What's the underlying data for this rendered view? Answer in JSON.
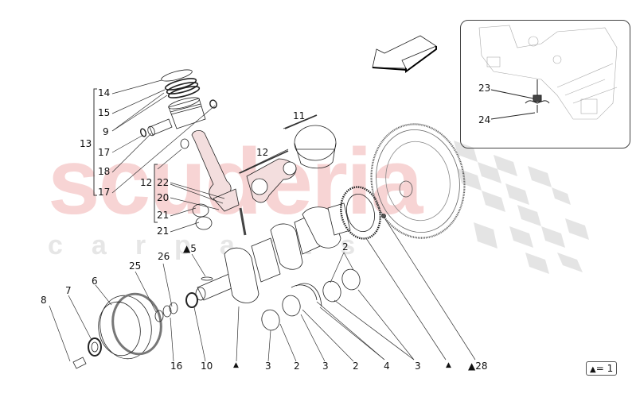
{
  "watermark": {
    "main": "scuderia",
    "sub": "carparts",
    "main_color": "#f7d4d4",
    "sub_color": "#e6e6e6"
  },
  "legend": {
    "symbol": "▲",
    "text": "= 1"
  },
  "groups": {
    "piston_assembly": {
      "ref": "13"
    },
    "connecting_rod_assembly": {
      "ref": "12"
    }
  },
  "labels": {
    "p14": "14",
    "p15": "15",
    "p9": "9",
    "p13": "13",
    "p17a": "17",
    "p18": "18",
    "p17b": "17",
    "p12a": "12",
    "p22": "22",
    "p20": "20",
    "p21a": "21",
    "p21b": "21",
    "p11": "11",
    "p12b": "12",
    "p5": "▲5",
    "p26": "26",
    "p25": "25",
    "p6": "6",
    "p7": "7",
    "p8": "8",
    "p16": "16",
    "p10": "10",
    "tri1": "▲",
    "p3a": "3",
    "p2a": "2",
    "p3b": "3",
    "p2b": "2",
    "p4": "4",
    "p3c": "3",
    "p2top": "2",
    "tri2": "▲",
    "p28": "▲28",
    "p23": "23",
    "p24": "24"
  },
  "inset": {
    "parts": [
      "23",
      "24"
    ]
  },
  "colors": {
    "line": "#222222",
    "rod_fill": "#f3dede",
    "checker": "#e2e2e2",
    "inset_border": "#444444"
  }
}
